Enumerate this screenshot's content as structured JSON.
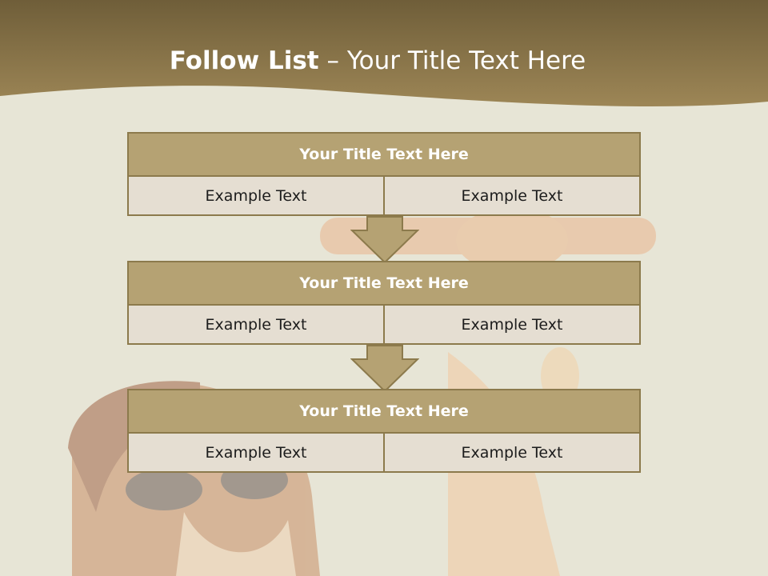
{
  "slide": {
    "title_bold": "Follow List",
    "title_rest": " – Your Title Text Here"
  },
  "blocks": [
    {
      "title": "Your Title Text Here",
      "cells": [
        "Example Text",
        "Example Text"
      ]
    },
    {
      "title": "Your Title Text Here",
      "cells": [
        "Example Text",
        "Example Text"
      ]
    },
    {
      "title": "Your Title Text Here",
      "cells": [
        "Example Text",
        "Example Text"
      ]
    }
  ],
  "colors": {
    "header_band": "#8f7b4e",
    "block_title_bg": "#b5a273",
    "cell_bg": "#e5ded2",
    "border": "#8c7a4c",
    "background": "#e7e5d6"
  }
}
